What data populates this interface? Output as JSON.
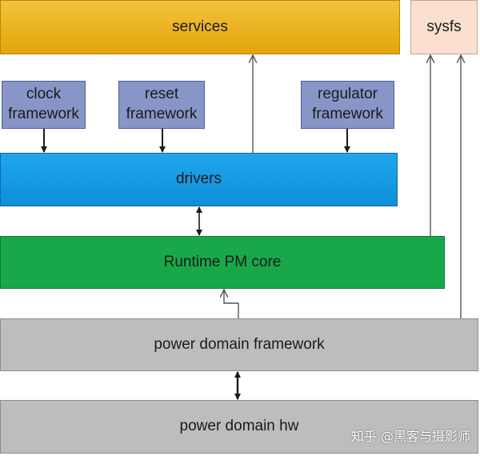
{
  "boxes": {
    "services": "services",
    "sysfs": "sysfs",
    "clock_framework": "clock\nframework",
    "reset_framework": "reset\nframework",
    "regulator_framework": "regulator\nframework",
    "drivers": "drivers",
    "runtime_pm_core": "Runtime PM core",
    "power_domain_framework": "power domain framework",
    "power_domain_hw": "power domain hw"
  },
  "watermark": "知乎 @黑客与摄影师",
  "colors": {
    "services": "#e8ad17",
    "sysfs": "#fbe0cf",
    "framework_boxes": "#8796c7",
    "drivers": "#1497e0",
    "runtime_pm_core": "#18a84a",
    "power_domain": "#bdbdbd",
    "arrows": "#1a1a1a",
    "thin_arrows": "#555555"
  }
}
